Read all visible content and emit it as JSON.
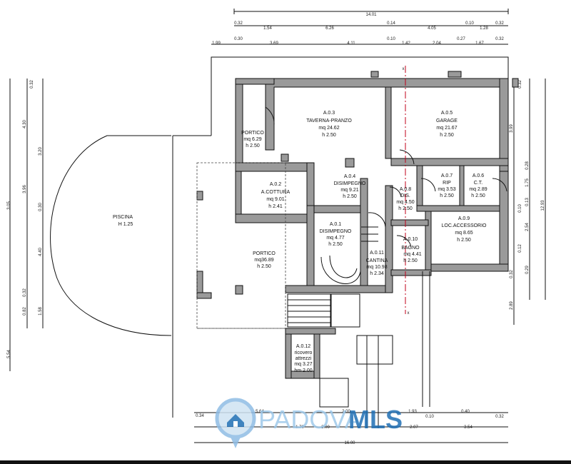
{
  "rooms": [
    {
      "id": "a03",
      "lines": [
        "A.0.3",
        "TAVERNA-PRANZO",
        "mq 24.62",
        "h 2.50"
      ]
    },
    {
      "id": "a05",
      "lines": [
        "A.0.5",
        "GARAGE",
        "mq 21.67",
        "h 2.50"
      ]
    },
    {
      "id": "portico-top",
      "lines": [
        "PORTICO",
        "mq 6.29",
        "h 2.50"
      ]
    },
    {
      "id": "a02",
      "lines": [
        "A.0.2",
        "A.COTTURA",
        "mq 9.01",
        "h 2.41"
      ]
    },
    {
      "id": "a04",
      "lines": [
        "A.0.4",
        "DISIMPEGNO",
        "mq 9.21",
        "h 2.50"
      ]
    },
    {
      "id": "a07",
      "lines": [
        "A.0.7",
        "RIP",
        "mq 3.53",
        "h 2.50"
      ]
    },
    {
      "id": "a06",
      "lines": [
        "A.0.6",
        "C.T.",
        "mq 2.89",
        "h 2.50"
      ]
    },
    {
      "id": "a08",
      "lines": [
        "A.0.8",
        "DIS.",
        "mq 4.50",
        "h 2.50"
      ]
    },
    {
      "id": "a09",
      "lines": [
        "A.0.9",
        "LOC.ACCESSORIO",
        "mq 8.65",
        "h 2.50"
      ]
    },
    {
      "id": "piscina",
      "lines": [
        "PISCINA",
        "H 1.25"
      ]
    },
    {
      "id": "a01",
      "lines": [
        "A.0.1",
        "DISIMPEGNO",
        "mq 4.77",
        "h 2.50"
      ]
    },
    {
      "id": "a010",
      "lines": [
        "A.0.10",
        "BAGNO",
        "mq 4.41",
        "h 2.50"
      ]
    },
    {
      "id": "portico-main",
      "lines": [
        "PORTICO",
        "mq36.89",
        "h 2.50"
      ]
    },
    {
      "id": "a011",
      "lines": [
        "A.0.11",
        "CANTINA",
        "mq 10.98",
        "h 2.34"
      ]
    },
    {
      "id": "a012",
      "lines": [
        "A.0.12",
        "ricovero",
        "attrezzi",
        "mq 3.27",
        "hm 2.00"
      ]
    }
  ],
  "top_dims": {
    "row1": [
      "14.01"
    ],
    "row2": [
      "0.32",
      "1.54",
      "6.26",
      "0.14",
      "4.05",
      "0.10",
      "1.28",
      "0.32"
    ],
    "row3": [
      "0.30",
      "1.99",
      "3.69",
      "4.11",
      "0.10",
      "1.42",
      "2.04",
      "0.27",
      "1.67",
      "0.32"
    ]
  },
  "bottom_dims": {
    "row1": [
      "0.34",
      "5.64",
      "2.00",
      "1.93",
      "0.10",
      "0.40",
      "0.32"
    ],
    "row2": [
      "1.70",
      "2.00",
      "2.07",
      "3.54"
    ],
    "row3": [
      "16.00"
    ]
  },
  "left_dims": [
    "0.32",
    "4.30",
    "3.20",
    "3.96",
    "0.30",
    "4.40",
    "3.05",
    "0.32",
    "0.82",
    "1.58",
    "5.54"
  ],
  "right_dims": [
    "0.32",
    "3.99",
    "0.28",
    "1.75",
    "0.13",
    "12.93",
    "0.10",
    "2.54",
    "0.12",
    "0.29",
    "0.32",
    "2.89"
  ],
  "small_marks": [
    "x",
    "x"
  ],
  "watermark": {
    "part1": "PADOVA",
    "part2": "MLS",
    "color_blue": "#1f6fb4",
    "color_light": "#9fc9ea"
  }
}
